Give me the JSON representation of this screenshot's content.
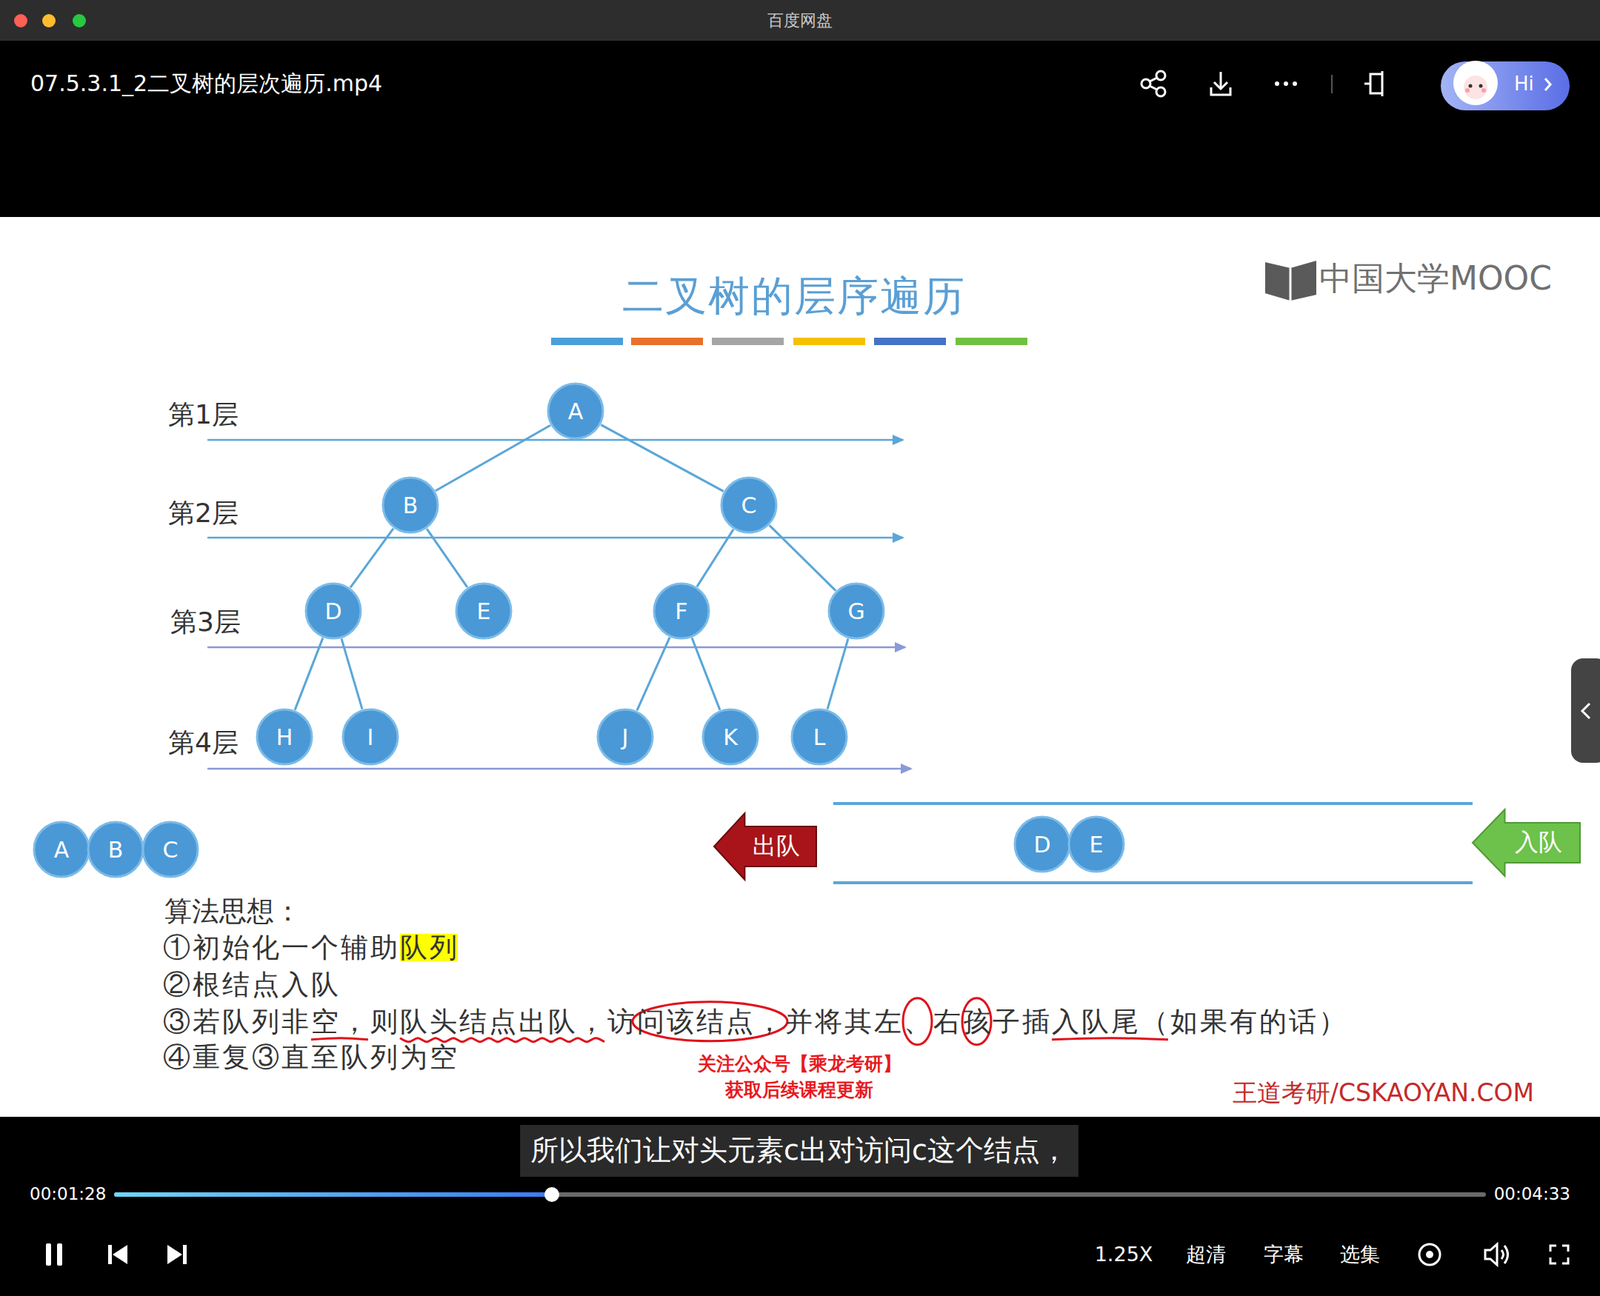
{
  "diagram": {
    "title": "二叉树的层序遍历",
    "nodes": [
      {
        "text": [
          "A"
        ]
      },
      {
        "text": [
          "B"
        ]
      },
      {
        "text": [
          "C"
        ]
      },
      {
        "text": [
          "D"
        ]
      },
      {
        "text": [
          "E"
        ]
      },
      {
        "text": [
          "F"
        ]
      },
      {
        "text": [
          "G"
        ]
      },
      {
        "text": [
          "H"
        ]
      },
      {
        "text": [
          "I"
        ]
      },
      {
        "text": [
          "J"
        ]
      },
      {
        "text": [
          "K"
        ]
      },
      {
        "text": [
          "L"
        ]
      },
      {
        "text": [
          "A"
        ]
      },
      {
        "text": [
          "B"
        ]
      },
      {
        "text": [
          "C"
        ]
      },
      {
        "text": [
          "出队"
        ]
      },
      {
        "text": [
          "D"
        ]
      },
      {
        "text": [
          "E"
        ]
      },
      {
        "text": [
          "入队"
        ]
      }
    ],
    "edges": [
      {
        "from": 0,
        "to": 1,
        "arrow": "none"
      },
      {
        "from": 0,
        "to": 2,
        "arrow": "none"
      },
      {
        "from": 1,
        "to": 3,
        "arrow": "none"
      },
      {
        "from": 1,
        "to": 4,
        "arrow": "none"
      },
      {
        "from": 2,
        "to": 5,
        "arrow": "none"
      },
      {
        "from": 2,
        "to": 6,
        "arrow": "none"
      },
      {
        "from": 3,
        "to": 7,
        "arrow": "none"
      },
      {
        "from": 3,
        "to": 8,
        "arrow": "none"
      },
      {
        "from": 5,
        "to": 9,
        "arrow": "none"
      },
      {
        "from": 5,
        "to": 10,
        "arrow": "none"
      },
      {
        "from": 6,
        "to": 11,
        "arrow": "none"
      }
    ],
    "labels": [
      "百度网盘",
      "07.5.3.1_2二叉树的层次遍历.mp4",
      "Hi",
      "中国大学MOOC",
      "第1层",
      "第2层",
      "第3层",
      "第4层",
      "算法思想：",
      "①初始化一个辅助队列",
      "②根结点入队",
      "③若队列非空，则队头结点出队，访问该结点，并将其左、右孩子插入队尾（如果有的话）",
      "④重复③直至队列为空",
      "关注公众号【乘龙考研】",
      "获取后续课程更新",
      "王道考研/CSKAOYAN.COM",
      "所以我们让对头元素c出对访问c这个结点，",
      "00:01:28",
      "00:04:33",
      "1.25X",
      "超清",
      "字幕",
      "选集"
    ]
  }
}
